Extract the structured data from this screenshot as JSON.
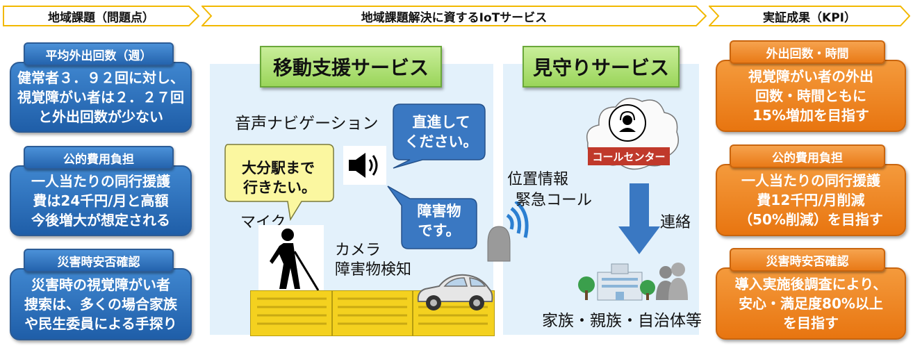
{
  "headers": {
    "left": "地域課題（問題点）",
    "center": "地域課題解決に資するIoTサービス",
    "right": "実証成果（KPI）"
  },
  "issues": [
    {
      "title": "平均外出回数（週）",
      "lines": [
        "健常者３．９２回に対し、",
        "視覚障がい者は２．２７回",
        "と外出回数が少ない"
      ]
    },
    {
      "title": "公的費用負担",
      "lines": [
        "一人当たりの同行援護",
        "費は24千円/月と高額",
        "今後増大が想定される"
      ]
    },
    {
      "title": "災害時安否確認",
      "lines": [
        "災害時の視覚障がい者",
        "捜索は、多くの場合家族",
        "や民生委員による手探り"
      ]
    }
  ],
  "services": {
    "mobility": {
      "title": "移動支援サービス",
      "voice_nav": "音声ナビゲーション",
      "user_bubble": [
        "大分駅まで",
        "行きたい。"
      ],
      "reply_straight": [
        "直進して",
        "ください。"
      ],
      "reply_obstacle": [
        "障害物",
        "です。"
      ],
      "mic": "マイク",
      "camera": [
        "カメラ",
        "障害物検知"
      ]
    },
    "watch": {
      "title": "見守りサービス",
      "call_center": "コールセンター",
      "location": [
        "位置情報",
        "緊急コール"
      ],
      "contact": "連絡",
      "recipients": "家族・親族・自治体等"
    }
  },
  "kpis": [
    {
      "title": "外出回数・時間",
      "lines": [
        "視覚障がい者の外出",
        "回数・時間ともに",
        "15%増加を目指す"
      ]
    },
    {
      "title": "公的費用負担",
      "lines": [
        "一人当たりの同行援護",
        "費12千円/月削減",
        "（50%削減）を目指す"
      ]
    },
    {
      "title": "災害時安否確認",
      "lines": [
        "導入実施後調査により、",
        "安心・満足度80%以上",
        "を目指す"
      ]
    }
  ],
  "colors": {
    "issue_blue": "#2463ad",
    "kpi_orange": "#e97a17",
    "header_border": "#f2b800",
    "title_green": "#9ad55a",
    "bubble_blue": "#3a78c2",
    "bubble_yellow": "#fbf7a0"
  }
}
